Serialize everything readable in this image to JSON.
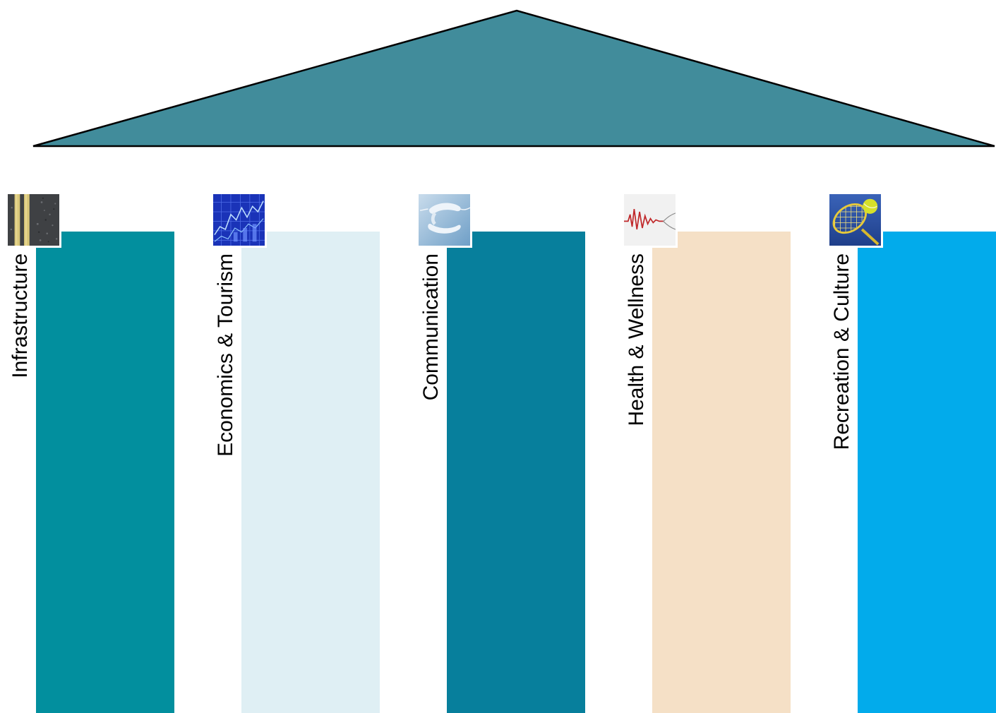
{
  "roof": {
    "fill": "#418C9B",
    "stroke": "#000000"
  },
  "pillars": [
    {
      "label": "Infrastructure",
      "color": "#028F9E",
      "icon": "asphalt-road-icon"
    },
    {
      "label": "Economics & Tourism",
      "color": "#DFEFF4",
      "icon": "financial-chart-icon"
    },
    {
      "label": "Communication",
      "color": "#077F9C",
      "icon": "telephone-icon"
    },
    {
      "label": "Health & Wellness",
      "color": "#F5E0C6",
      "icon": "heartbeat-pulse-icon"
    },
    {
      "label": "Recreation & Culture",
      "color": "#02ABEB",
      "icon": "tennis-racket-icon"
    }
  ]
}
